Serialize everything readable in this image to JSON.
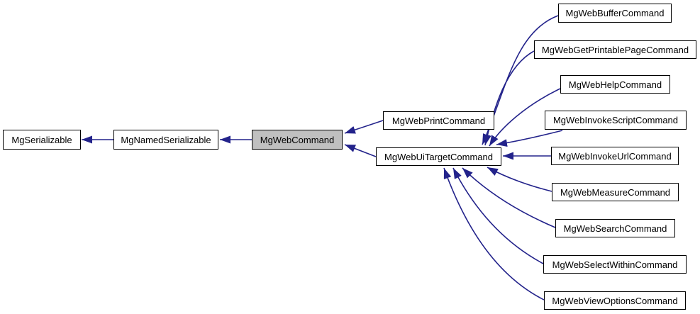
{
  "diagram": {
    "type": "class-inheritance-graph",
    "background_color": "#ffffff",
    "arrow_color": "#23238b",
    "node_border_color": "#000000",
    "node_fill": "#ffffff",
    "highlighted_node_fill": "#c0c0c0",
    "nodes": [
      {
        "label": "MgSerializable",
        "highlighted": false
      },
      {
        "label": "MgNamedSerializable",
        "highlighted": false
      },
      {
        "label": "MgWebCommand",
        "highlighted": true
      },
      {
        "label": "MgWebPrintCommand",
        "highlighted": false
      },
      {
        "label": "MgWebUiTargetCommand",
        "highlighted": false
      },
      {
        "label": "MgWebBufferCommand",
        "highlighted": false
      },
      {
        "label": "MgWebGetPrintablePageCommand",
        "highlighted": false
      },
      {
        "label": "MgWebHelpCommand",
        "highlighted": false
      },
      {
        "label": "MgWebInvokeScriptCommand",
        "highlighted": false
      },
      {
        "label": "MgWebInvokeUrlCommand",
        "highlighted": false
      },
      {
        "label": "MgWebMeasureCommand",
        "highlighted": false
      },
      {
        "label": "MgWebSearchCommand",
        "highlighted": false
      },
      {
        "label": "MgWebSelectWithinCommand",
        "highlighted": false
      },
      {
        "label": "MgWebViewOptionsCommand",
        "highlighted": false
      }
    ],
    "edges": [
      {
        "from": "MgNamedSerializable",
        "to": "MgSerializable"
      },
      {
        "from": "MgWebCommand",
        "to": "MgNamedSerializable"
      },
      {
        "from": "MgWebPrintCommand",
        "to": "MgWebCommand"
      },
      {
        "from": "MgWebUiTargetCommand",
        "to": "MgWebCommand"
      },
      {
        "from": "MgWebBufferCommand",
        "to": "MgWebUiTargetCommand"
      },
      {
        "from": "MgWebGetPrintablePageCommand",
        "to": "MgWebUiTargetCommand"
      },
      {
        "from": "MgWebHelpCommand",
        "to": "MgWebUiTargetCommand"
      },
      {
        "from": "MgWebInvokeScriptCommand",
        "to": "MgWebUiTargetCommand"
      },
      {
        "from": "MgWebInvokeUrlCommand",
        "to": "MgWebUiTargetCommand"
      },
      {
        "from": "MgWebMeasureCommand",
        "to": "MgWebUiTargetCommand"
      },
      {
        "from": "MgWebSearchCommand",
        "to": "MgWebUiTargetCommand"
      },
      {
        "from": "MgWebSelectWithinCommand",
        "to": "MgWebUiTargetCommand"
      },
      {
        "from": "MgWebViewOptionsCommand",
        "to": "MgWebUiTargetCommand"
      }
    ]
  }
}
